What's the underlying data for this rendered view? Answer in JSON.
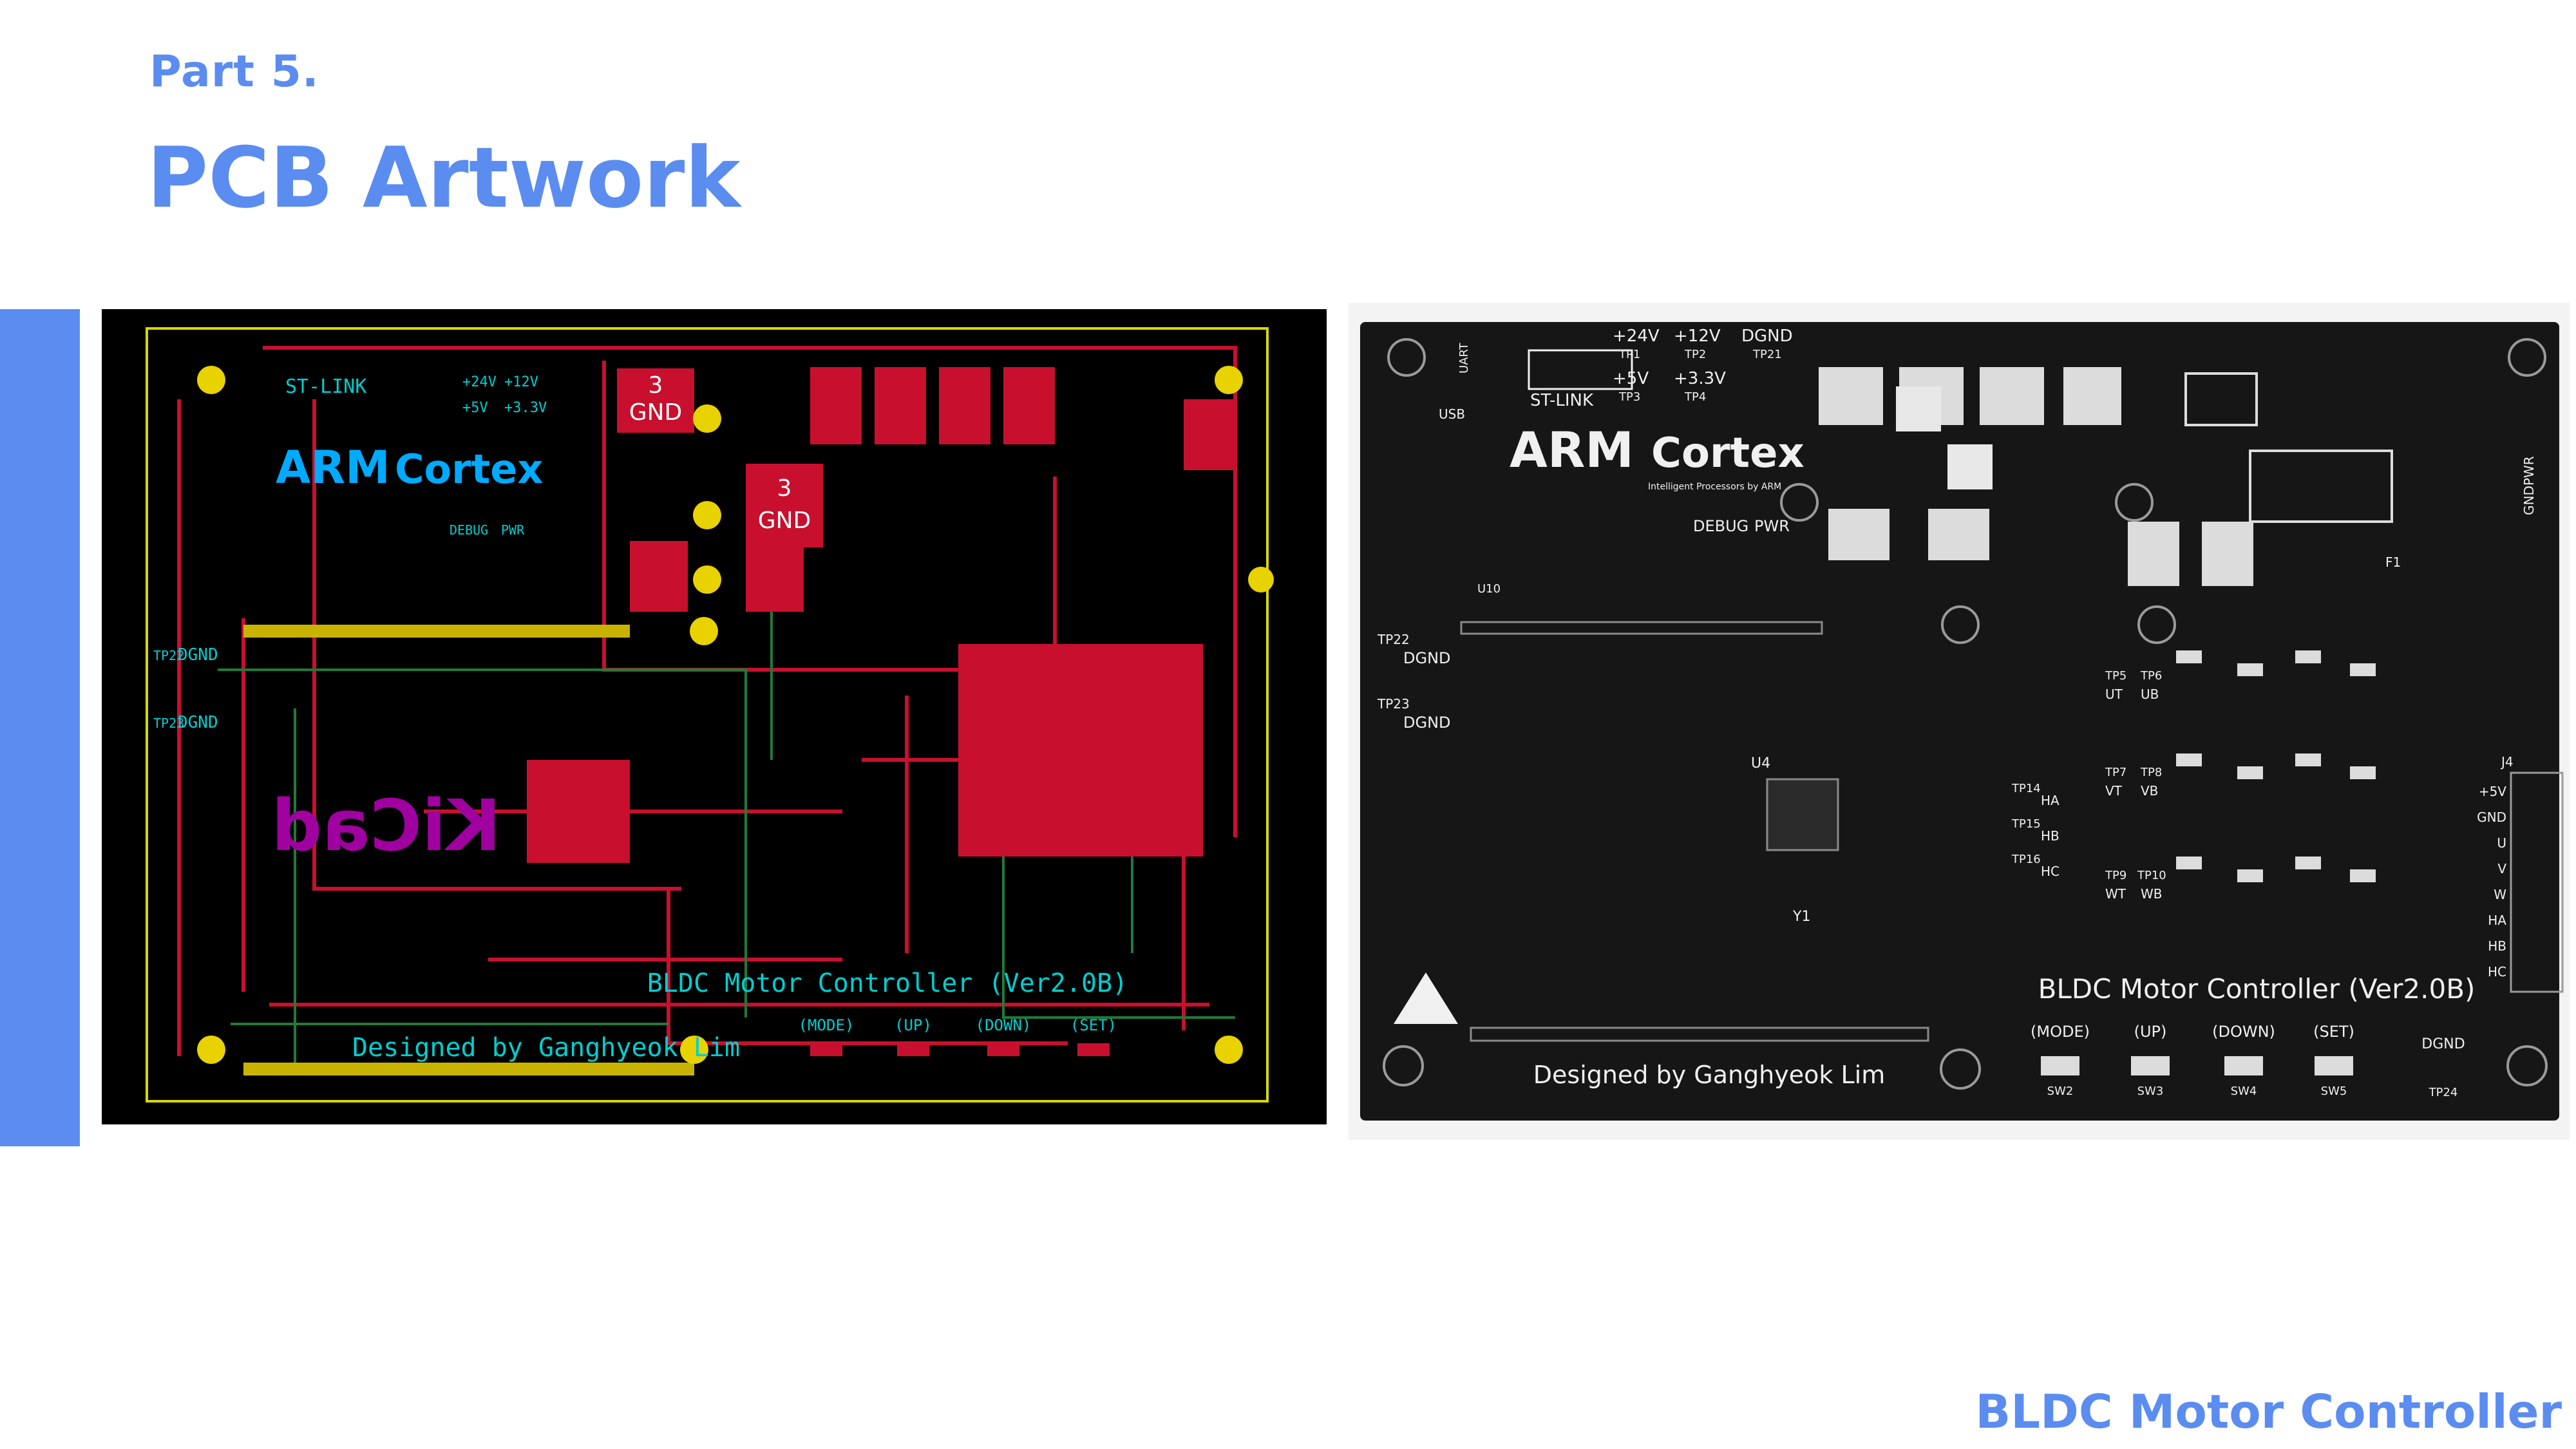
{
  "theme": {
    "accent": "#5b8cf0",
    "layout_bg": "#000000",
    "photo_board": "#161616",
    "copper": "#c8102e",
    "silk": "#f0f0f0"
  },
  "slide": {
    "part_label": "Part 5.",
    "title": "PCB Artwork",
    "footer": "BLDC Motor Controller"
  },
  "layout_render": {
    "arm": "ARM",
    "cortex": "Cortex",
    "st_link": "ST-LINK",
    "gnd_box_1_num": "3",
    "gnd_box_1_label": "GND",
    "gnd_box_2_num": "3",
    "gnd_box_2_label": "GND",
    "dgnd_1": "DGND",
    "dgnd_2": "DGND",
    "tp22": "TP22",
    "tp23": "TP23",
    "debug": "DEBUG",
    "pwr": "PWR",
    "v24": "+24V",
    "v12": "+12V",
    "v5": "+5V",
    "v33": "+3.3V",
    "kicad": "KiCad",
    "board_name": "BLDC Motor Controller (Ver2.0B)",
    "designer": "Designed by Ganghyeok Lim",
    "btn_mode": "(MODE)",
    "btn_up": "(UP)",
    "btn_down": "(DOWN)",
    "btn_set": "(SET)"
  },
  "photo": {
    "arm": "ARM",
    "cortex": "Cortex",
    "tagline": "Intelligent Processors by ARM",
    "st_link": "ST-LINK",
    "v24": "+24V",
    "v12": "+12V",
    "v5": "+5V",
    "v33": "+3.3V",
    "dgnd_top": "DGND",
    "tp1": "TP1",
    "tp2": "TP2",
    "tp3": "TP3",
    "tp4": "TP4",
    "tp21": "TP21",
    "usb": "USB",
    "uart": "UART",
    "debug": "DEBUG",
    "pwr": "PWR",
    "dgnd_1": "DGND",
    "dgnd_2": "DGND",
    "tp22": "TP22",
    "tp23": "TP23",
    "u4": "U4",
    "y1": "Y1",
    "u10": "U10",
    "f1": "F1",
    "gndpwr": "GNDPWR",
    "j4": "J4",
    "j4_pins": [
      "+5V",
      "GND",
      "U",
      "V",
      "W",
      "HA",
      "HB",
      "HC"
    ],
    "test_points": [
      "TP5",
      "TP6",
      "TP7",
      "TP8",
      "TP9",
      "TP10",
      "TP14",
      "TP15",
      "TP16"
    ],
    "test_point_labels": [
      "UT",
      "UB",
      "VT",
      "VB",
      "WT",
      "WB",
      "HA",
      "HB",
      "HC"
    ],
    "board_name": "BLDC Motor Controller (Ver2.0B)",
    "designer": "Designed by Ganghyeok Lim",
    "buttons": [
      {
        "label": "(MODE)",
        "ref": "SW2"
      },
      {
        "label": "(UP)",
        "ref": "SW3"
      },
      {
        "label": "(DOWN)",
        "ref": "SW4"
      },
      {
        "label": "(SET)",
        "ref": "SW5"
      }
    ],
    "dgnd_br": "DGND",
    "tp24": "TP24"
  }
}
